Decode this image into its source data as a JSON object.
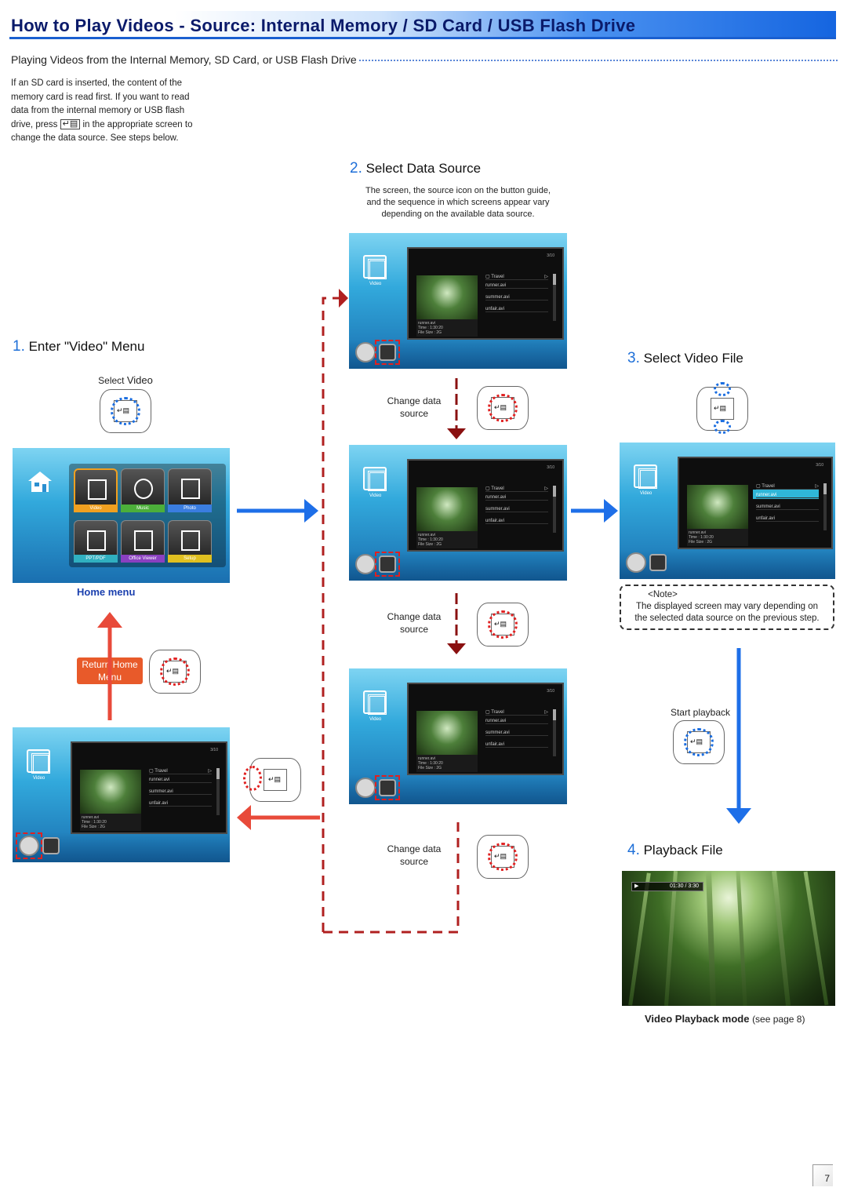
{
  "header": {
    "title": "How to Play Videos - Source: Internal Memory / SD Card / USB Flash Drive",
    "subtitle": "Playing Videos from the Internal Memory, SD Card, or USB Flash Drive"
  },
  "intro": {
    "line1": "If an SD card is inserted, the content of the",
    "line2": "memory card is read first. If you want to read",
    "line3": "data from the internal memory or USB flash",
    "line4_a": "drive, press",
    "line4_b": "in the appropriate screen to",
    "line5": "change the data source. See steps below."
  },
  "steps": {
    "step1": {
      "num": "1.",
      "title": "Enter \"Video\" Menu",
      "hint_a": "Select ",
      "hint_b": "Video"
    },
    "step2": {
      "num": "2.",
      "title": "Select Data Source",
      "desc1": "The screen, the source icon on the button guide,",
      "desc2": "and the sequence in which screens appear vary",
      "desc3": "depending on the available data source."
    },
    "step3": {
      "num": "3.",
      "title": "Select Video File"
    },
    "step4": {
      "num": "4.",
      "title": "Playback File"
    }
  },
  "labels": {
    "home_menu": "Home menu",
    "return_home_1": "Return Home",
    "return_home_2": "Menu",
    "change_data_1": "Change data",
    "change_data_2": "source",
    "start_playback": "Start playback",
    "note_title": "<Note>",
    "note_line1": "The displayed screen may vary depending on",
    "note_line2": "the selected data source on the previous step.",
    "playback_mode": "Video Playback mode",
    "see_page": "(see page 8)",
    "page_number": "7"
  },
  "home_screen": {
    "tiles": [
      "Video",
      "Music",
      "Photo",
      "PPT/PDF",
      "Office Viewer",
      "Setup"
    ]
  },
  "file_browser": {
    "side_label": "Video",
    "folder": "Travel",
    "files": [
      "runner.avi",
      "summer.avi",
      "unfair.avi"
    ],
    "selected": "runner.avi",
    "info": [
      "runner.avi",
      "Time : 1:30:20",
      "File Size : 2G"
    ],
    "page": "3/10"
  },
  "playback": {
    "time": "01:30 / 3:30"
  },
  "colors": {
    "title_blue": "#1565e0",
    "red_arrow": "#e84a3a",
    "blue_arrow": "#1e6fe8",
    "dashed_red": "#b02020",
    "return_button": "#e85a2a"
  },
  "icons": [
    "house-icon",
    "film-icon",
    "music-disc-icon",
    "photo-icon",
    "ppt-pdf-icon",
    "document-icon",
    "setup-icon",
    "return-icon",
    "source-icon",
    "enter-icon",
    "play-icon"
  ]
}
